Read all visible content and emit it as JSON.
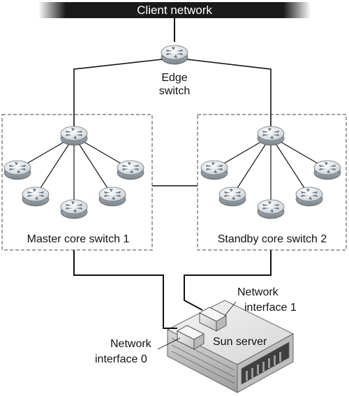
{
  "banner": {
    "label": "Client network"
  },
  "edge_switch": {
    "label_line1": "Edge",
    "label_line2": "switch"
  },
  "master_core": {
    "label": "Master core switch 1"
  },
  "standby_core": {
    "label": "Standby core switch 2"
  },
  "server": {
    "label": "Sun server",
    "nic0_line1": "Network",
    "nic0_line2": "interface 0",
    "nic1_line1": "Network",
    "nic1_line2": "interface 1"
  },
  "colors": {
    "banner": "#0c0c0c",
    "router_face": "#e6ebef",
    "router_side": "#9aa3aa",
    "line": "#111111",
    "dash": "#444444",
    "server_top": "#e9e9e9",
    "server_front": "#cfcfcf",
    "server_dark": "#4a4a4a"
  },
  "icons": [
    "router-icon",
    "server-icon",
    "network-interface-icon"
  ]
}
